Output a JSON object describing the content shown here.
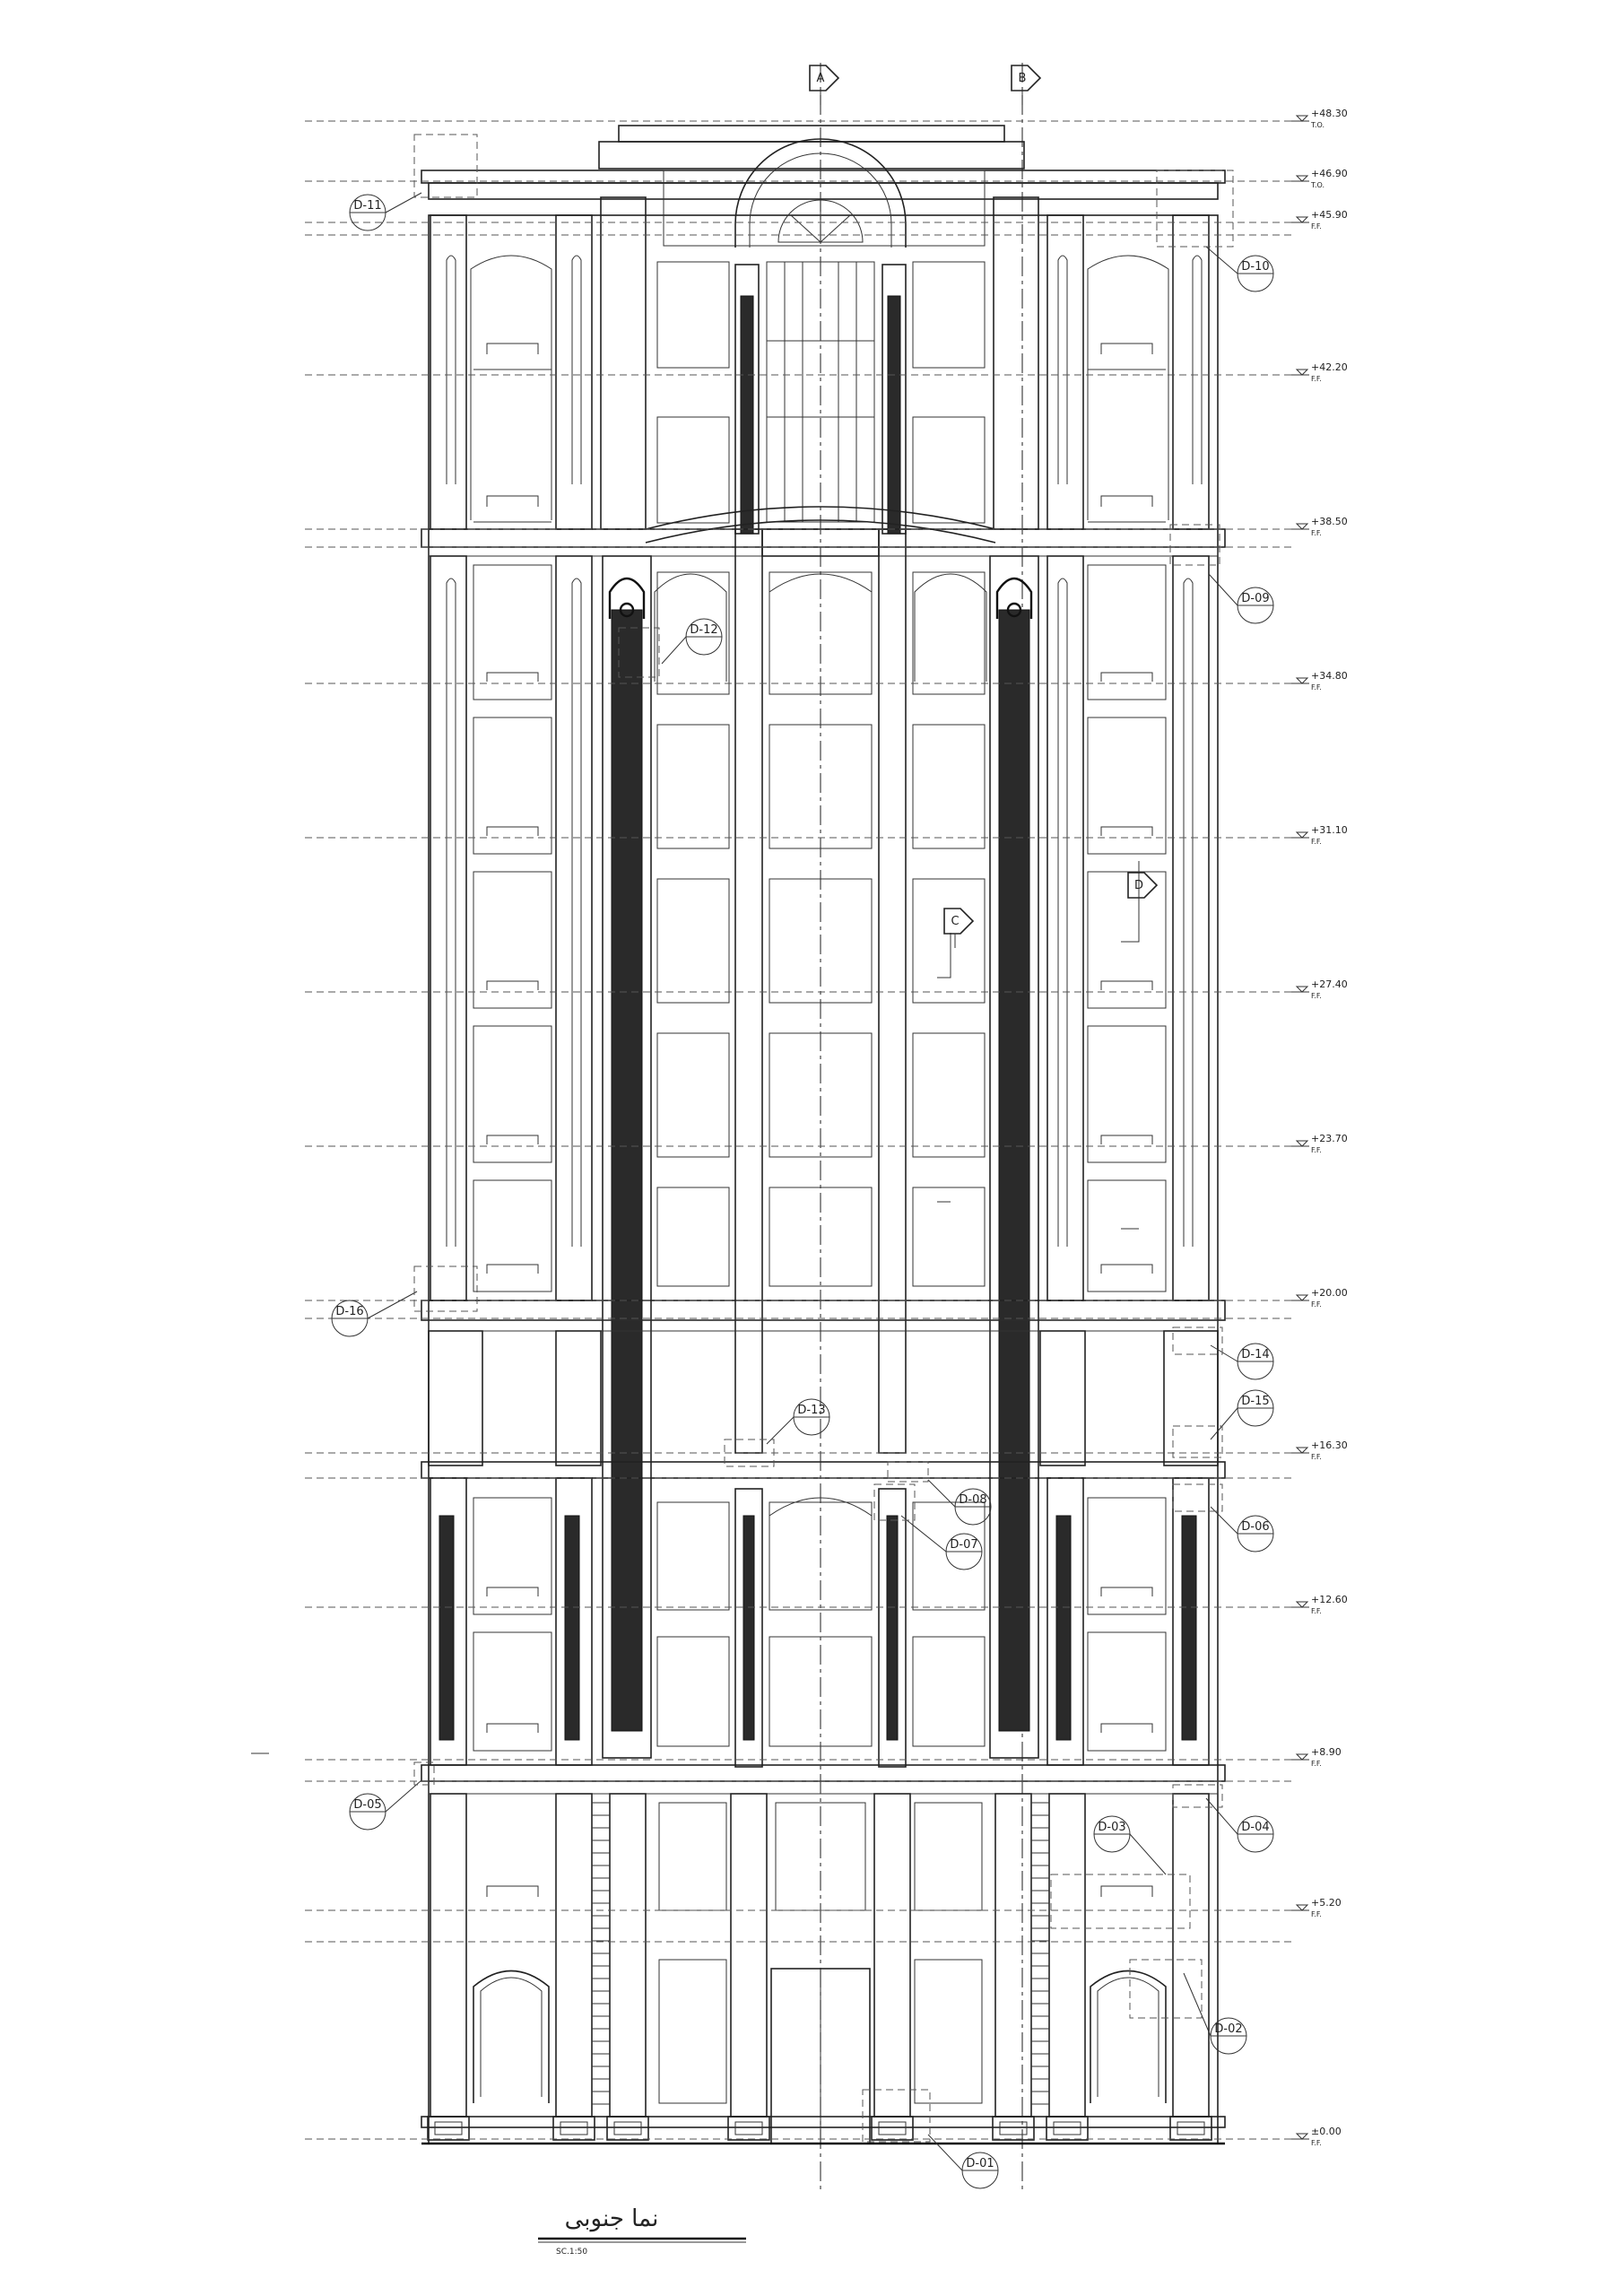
{
  "drawing": {
    "title": "نما جنوبی",
    "scale": "SC.1:50"
  },
  "levels": [
    {
      "value": "+48.30",
      "tag": "T.O."
    },
    {
      "value": "+46.90",
      "tag": "T.O."
    },
    {
      "value": "+45.90",
      "tag": "F.F."
    },
    {
      "value": "+42.20",
      "tag": "F.F."
    },
    {
      "value": "+38.50",
      "tag": "F.F."
    },
    {
      "value": "+34.80",
      "tag": "F.F."
    },
    {
      "value": "+31.10",
      "tag": "F.F."
    },
    {
      "value": "+27.40",
      "tag": "F.F."
    },
    {
      "value": "+23.70",
      "tag": "F.F."
    },
    {
      "value": "+20.00",
      "tag": "F.F."
    },
    {
      "value": "+16.30",
      "tag": "F.F."
    },
    {
      "value": "+12.60",
      "tag": "F.F."
    },
    {
      "value": "+8.90",
      "tag": "F.F."
    },
    {
      "value": "+5.20",
      "tag": "F.F."
    },
    {
      "value": "±0.00",
      "tag": "F.F."
    }
  ],
  "section_markers": [
    {
      "label": "A"
    },
    {
      "label": "B"
    },
    {
      "label": "C"
    },
    {
      "label": "D"
    }
  ],
  "detail_callouts": [
    {
      "label": "D-01"
    },
    {
      "label": "D-02"
    },
    {
      "label": "D-03"
    },
    {
      "label": "D-04"
    },
    {
      "label": "D-05"
    },
    {
      "label": "D-06"
    },
    {
      "label": "D-07"
    },
    {
      "label": "D-08"
    },
    {
      "label": "D-09"
    },
    {
      "label": "D-10"
    },
    {
      "label": "D-11"
    },
    {
      "label": "D-12"
    },
    {
      "label": "D-13"
    },
    {
      "label": "D-14"
    },
    {
      "label": "D-15"
    },
    {
      "label": "D-16"
    }
  ]
}
